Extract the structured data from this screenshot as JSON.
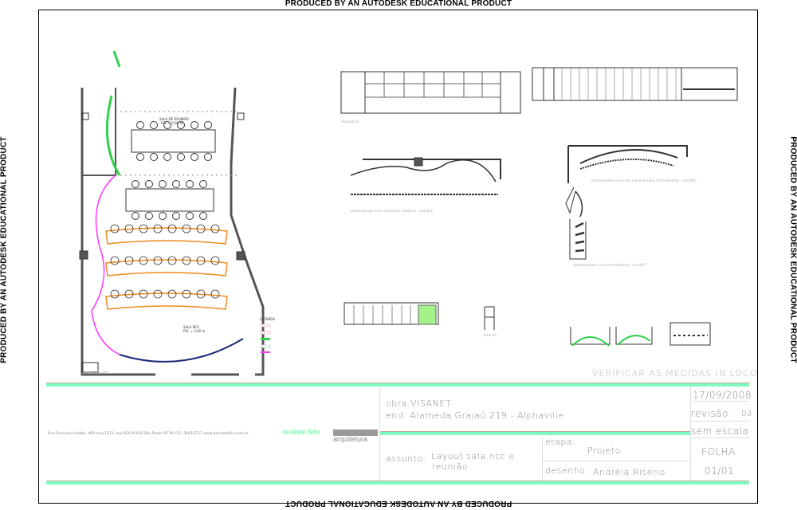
{
  "watermark": "PRODUCED BY AN AUTODESK EDUCATIONAL PRODUCT",
  "drawing": {
    "plan_caption": "planta - sala NCC",
    "meeting_room": "SALA DE REUNIÃO",
    "meeting_room_height": "P.D. = 3,00 m",
    "ncc_room": "SALA NCC",
    "ncc_room_height": "P.D. = 3,00 m",
    "legend_title": "LEGENDA",
    "elevation_a_caption": "elevação A",
    "curved_wall_metal_caption": "planta parede curva (estrutura metálica) - sala NCC",
    "curved_wall_tv_caption": "planta parede curva (em madeira) para TVs embutidas - sala NCC",
    "curved_wall_wood_caption": "planta parede curva (em madeira) - sala NCC",
    "section_caption": "corte AA",
    "verify_note": "VERIFICAR AS MEDIDAS IN LOCO",
    "colors": {
      "green_fill": "#a6f28a",
      "magenta": "#ff33ff",
      "orange": "#f08a1c",
      "navy": "#1a2a7a",
      "green_line": "#2fd24a"
    }
  },
  "title_block": {
    "address": "Rua Francisco Leitão, 469 conj.1511 cep.05414-020 São Paulo-SP Tel (11) 30610737 www.desireefelix.com.br",
    "logo_name": "desiree felix",
    "logo_sub": "arquitetura",
    "obra": "obra:VISANET",
    "endereco": "end: Alameda Grajaú 219 - Alphaville",
    "assunto_label": "assunto:",
    "assunto_line1": "Layout sala ncc e",
    "assunto_line2": "reunião",
    "etapa_label": "etapa:",
    "etapa_value": "Projeto",
    "desenho_label": "desenho:",
    "desenho_value": "Andréia Risério",
    "date": "17/09/2008",
    "revisao_label": "revisão:",
    "revisao_value": "03",
    "escala": "sem escala",
    "folha_label": "FOLHA",
    "folha_value": "01/01",
    "bar_color": "#7dfcbf"
  }
}
